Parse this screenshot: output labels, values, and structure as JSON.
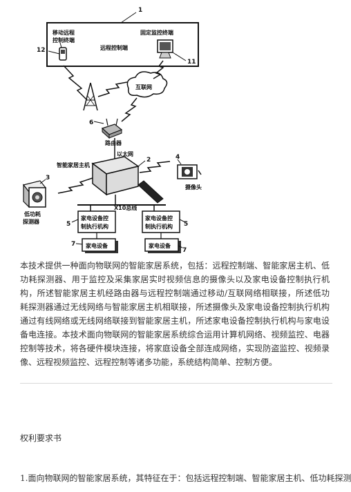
{
  "figure": {
    "labels": {
      "mobile_terminal": [
        "移动远程",
        "控制终端"
      ],
      "fixed_terminal": "固定监控终端",
      "remote_control": "远程控制端",
      "internet": "互联网",
      "router": "路由器",
      "ethernet": "以太网",
      "host": "智能家居主机",
      "camera": "摄像头",
      "detector": [
        "低功耗",
        "探测器"
      ],
      "bus": "X10总线",
      "exec_left": [
        "家电设备控",
        "制执行机构"
      ],
      "exec_right": [
        "家电设备控",
        "制执行机构"
      ],
      "appliance_left": "家电设备",
      "appliance_right": "家电设备"
    },
    "numbers": {
      "n1": "1",
      "n2": "2",
      "n3": "3",
      "n4": "4",
      "n5a": "5",
      "n5b": "5",
      "n6": "6",
      "n7a": "7",
      "n7b": "7",
      "n11": "11",
      "n12": "12"
    }
  },
  "abstract": "本技术提供一种面向物联网的智能家居系统，包括：远程控制端、智能家居主机、低功耗探测器、用于监控及采集家居实时视频信息的摄像头以及家电设备控制执行机构，所述智能家居主机经路由器与远程控制端通过移动/互联网络相联接，所述低功耗探测器通过无线网络与智能家居主机相联接，所述摄像头及家电设备控制执行机构通过有线网络或无线网络联接到智能家居主机，所述家电设备控制执行机构与家电设备电连接。本技术面向物联网的智能家居系统综合运用计算机网络、视频监控、电器控制等技术，将各硬件模块连接，将家庭设备全部连成网络，实现防盗监控、视频录像、远程视频监控、远程控制等诸多功能，系统结构简单、控制方便。",
  "claims_heading": "权利要求书",
  "claim_1": "1.面向物联网的智能家居系统，其特征在于：包括远程控制端、智能家居主机、低功耗探测"
}
